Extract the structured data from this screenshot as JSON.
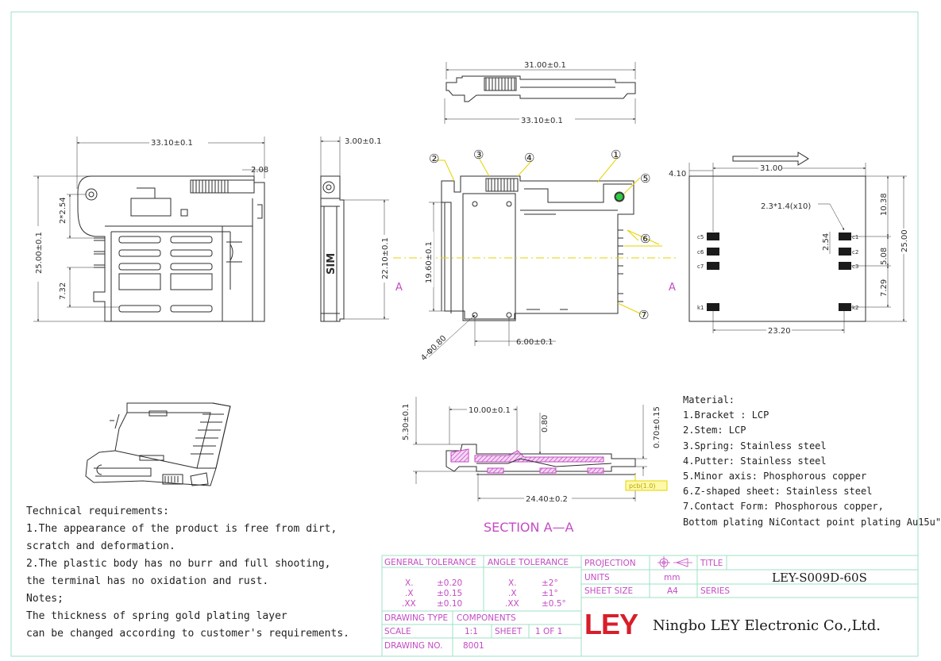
{
  "top_view": {
    "dim_top": "31.00±0.1",
    "dim_bottom": "33.10±0.1"
  },
  "left_view": {
    "dim_width": "33.10±0.1",
    "dim_small": "2.08",
    "dim_height": "25.00±0.1",
    "dim_pitch": "2*2.54",
    "dim_7_32": "7.32"
  },
  "side_view": {
    "dim_thickness": "3.00±0.1",
    "dim_height": "22.10±0.1",
    "label": "SIM"
  },
  "center_view": {
    "callouts": [
      "①",
      "②",
      "③",
      "④",
      "⑤",
      "⑥",
      "⑦"
    ],
    "dim_height": "19.60±0.1",
    "dim_holes": "4-Φ0.80",
    "dim_pitch": "6.00±0.1",
    "section_left": "A",
    "section_right": "A"
  },
  "pcb_view": {
    "dim_offset": "4.10",
    "dim_width": "31.00",
    "pad_note": "2.3*1.4(x10)",
    "dim_right_1": "10.38",
    "dim_right_2": "5.08",
    "dim_right_3": "7.29",
    "dim_total": "25.00",
    "dim_pitch": "2.54",
    "dim_bottom": "23.20",
    "pad_labels_left": [
      "c5",
      "c6",
      "c7",
      "k1"
    ],
    "pad_labels_right": [
      "c1",
      "c2",
      "c3",
      "k2"
    ]
  },
  "section_view": {
    "dim_top": "10.00±0.1",
    "dim_080": "0.80",
    "dim_070": "0.70±0.15",
    "dim_height": "5.30±0.1",
    "dim_bottom": "24.40±0.2",
    "pcb_label": "pcb(1.0)",
    "title": "SECTION A—A"
  },
  "materials": {
    "heading": "Material:",
    "items": [
      "1.Bracket : LCP",
      "2.Stem: LCP",
      "3.Spring: Stainless steel",
      "4.Putter: Stainless steel",
      "5.Minor axis: Phosphorous copper",
      "6.Z-shaped sheet: Stainless steel",
      "7.Contact Form: Phosphorous copper,",
      "Bottom plating NiContact point plating Au15u\""
    ]
  },
  "requirements": {
    "lines": [
      "Technical requirements:",
      "1.The appearance of the product is free from dirt,",
      "scratch and deformation.",
      "2.The plastic body has no burr and full shooting,",
      "the terminal has no oxidation and rust.",
      "Notes;",
      "The thickness of spring gold plating layer",
      "can be changed according to customer's requirements."
    ]
  },
  "title_block": {
    "general_tolerance": "GENERAL TOLERANCE",
    "angle_tolerance": "ANGLE TOLERANCE",
    "tol_rows": [
      [
        "X.",
        "±0.20",
        "X.",
        "±2°"
      ],
      [
        ".X",
        "±0.15",
        ".X",
        "±1°"
      ],
      [
        ".XX",
        "±0.10",
        ".XX",
        "±0.5°"
      ]
    ],
    "projection": "PROJECTION",
    "units": "UNITS",
    "units_value": "mm",
    "sheet_size": "SHEET SIZE",
    "sheet_size_value": "A4",
    "title_label": "TITLE",
    "title_value": "LEY-S009D-60S",
    "series_label": "SERIES",
    "drawing_type": "DRAWING TYPE",
    "drawing_type_value": "COMPONENTS",
    "scale": "SCALE",
    "scale_value": "1:1",
    "sheet": "SHEET",
    "sheet_value": "1 OF 1",
    "drawing_no": "DRAWING NO.",
    "drawing_no_value": "8001",
    "logo": "LEY",
    "company": "Ningbo LEY Electronic Co.,Ltd."
  },
  "colors": {
    "border": "#9fe0c4",
    "magenta": "#c44bc4",
    "yellow": "#e6d200",
    "line": "#2d2d2d",
    "logo": "#d81e2a"
  }
}
